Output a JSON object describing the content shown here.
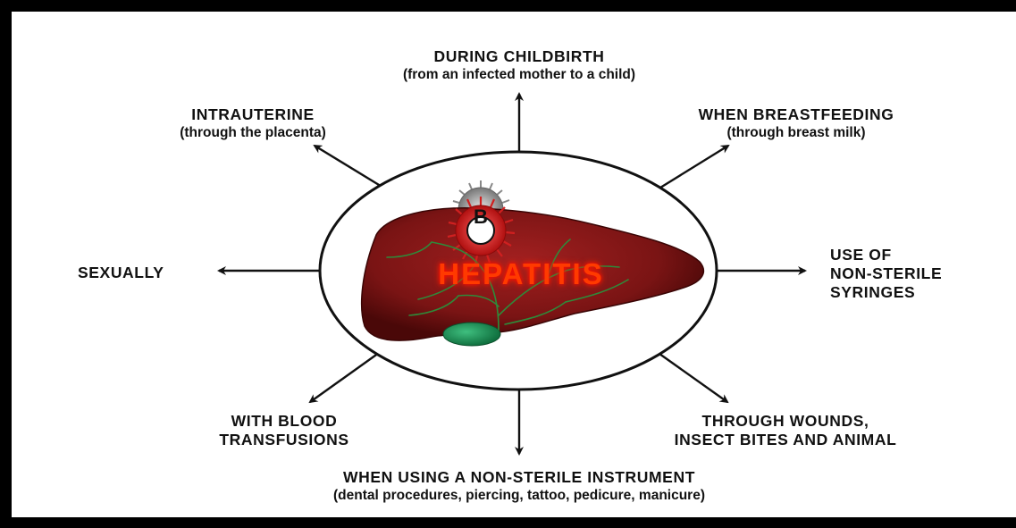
{
  "center": {
    "badge_letter": "B",
    "title": "HEPATITIS"
  },
  "routes": {
    "childbirth": {
      "main": "DURING CHILDBIRTH",
      "sub": "(from an infected mother to a child)"
    },
    "intrauterine": {
      "main": "INTRAUTERINE",
      "sub": "(through the placenta)"
    },
    "breastfeeding": {
      "main": "WHEN BREASTFEEDING",
      "sub": "(through breast milk)"
    },
    "sexually": {
      "main": "SEXUALLY"
    },
    "syringes": {
      "lines": [
        "USE OF",
        "NON-STERILE",
        "SYRINGES"
      ]
    },
    "blood": {
      "lines": [
        "WITH BLOOD",
        "TRANSFUSIONS"
      ]
    },
    "wounds": {
      "lines": [
        "THROUGH WOUNDS,",
        "INSECT BITES AND ANIMAL"
      ]
    },
    "instrument": {
      "main": "WHEN USING A NON-STERILE INSTRUMENT",
      "sub": "(dental procedures, piercing, tattoo, pedicure, manicure)"
    }
  },
  "colors": {
    "liver": "#7a1414",
    "veins": "#2e7d32",
    "gallbladder": "#1f8f5a",
    "text_glow": "#ff2a00",
    "background": "#ffffff",
    "border": "#000000"
  }
}
